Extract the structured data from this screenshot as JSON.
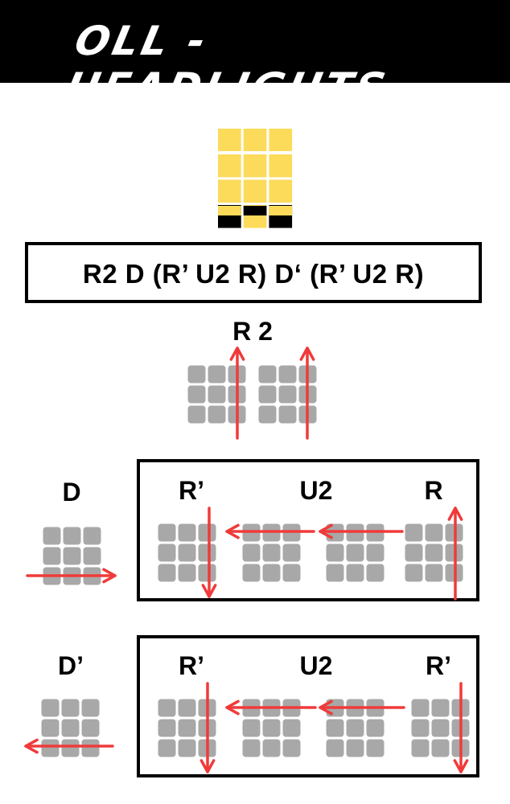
{
  "header": {
    "title": "OLL - HEADLIGHTS"
  },
  "algorithm": {
    "text": "R2 D (R’ U2 R) D‘ (R’ U2 R)"
  },
  "colors": {
    "yellow": "#fcdb5b",
    "black": "#000000",
    "gray": "#a8a8a8",
    "arrow": "#f03a3a"
  },
  "oll_pattern": {
    "top": [
      "yellow",
      "yellow",
      "yellow"
    ],
    "rows": [
      [
        "yellow",
        "yellow",
        "yellow"
      ],
      [
        "yellow",
        "yellow",
        "yellow"
      ],
      [
        "black",
        "yellow",
        "black"
      ]
    ],
    "bottom": [
      "yellow",
      "black",
      "yellow"
    ]
  },
  "steps": {
    "r2": {
      "label": "R 2"
    },
    "d": {
      "label": "D"
    },
    "d_prime": {
      "label": "D’"
    },
    "group1": {
      "labels": [
        "R’",
        "U2",
        "R"
      ]
    },
    "group2": {
      "labels": [
        "R’",
        "U2",
        "R’"
      ]
    }
  }
}
